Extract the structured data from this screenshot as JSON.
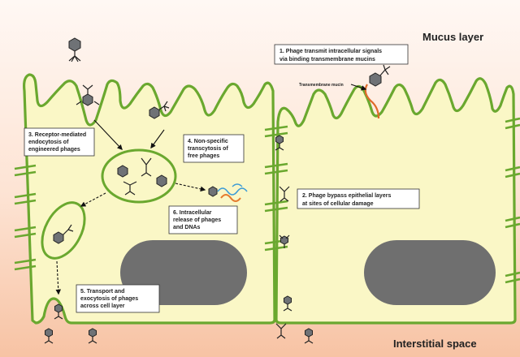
{
  "labels": {
    "mucus_layer": "Mucus layer",
    "interstitial_space": "Interstitial space",
    "transmembrane_mucin": "Transmembrane mucin"
  },
  "callouts": [
    {
      "id": "phage-signaling",
      "lines": [
        "1. Phage transmit intracellular signals",
        "via binding transmembrane mucins"
      ]
    },
    {
      "id": "epithelial-bypass",
      "lines": [
        "2. Phage bypass epithelial layers",
        "at sites of cellular damage"
      ]
    },
    {
      "id": "receptor-endocytosis",
      "lines": [
        "3. Receptor-mediated",
        "endocytosis of",
        "engineered phages"
      ]
    },
    {
      "id": "nonspecific-transcytosis",
      "lines": [
        "4. Non-specific",
        "transcytosis of",
        "free phages"
      ]
    },
    {
      "id": "transport-exocytosis",
      "lines": [
        "5. Transport and",
        "exocytosis of phages",
        "across cell layer"
      ]
    },
    {
      "id": "intracellular-release",
      "lines": [
        "6. Intracellular",
        "release of phages",
        "and DNAs"
      ]
    }
  ],
  "colors": {
    "background_top": "#fff8f4",
    "background_bottom": "#f7c3a4",
    "membrane": "#6aa82f",
    "cytoplasm": "#faf7c6",
    "nucleus": "#6f6f6f",
    "mucin": "#e06a2a",
    "dna_blue": "#3b9bd6",
    "dna_orange": "#e57a2e"
  },
  "icons": [
    "bacteriophage-icon",
    "vesicle-icon",
    "nucleus-icon",
    "tight-junction-icon",
    "dna-icon"
  ]
}
